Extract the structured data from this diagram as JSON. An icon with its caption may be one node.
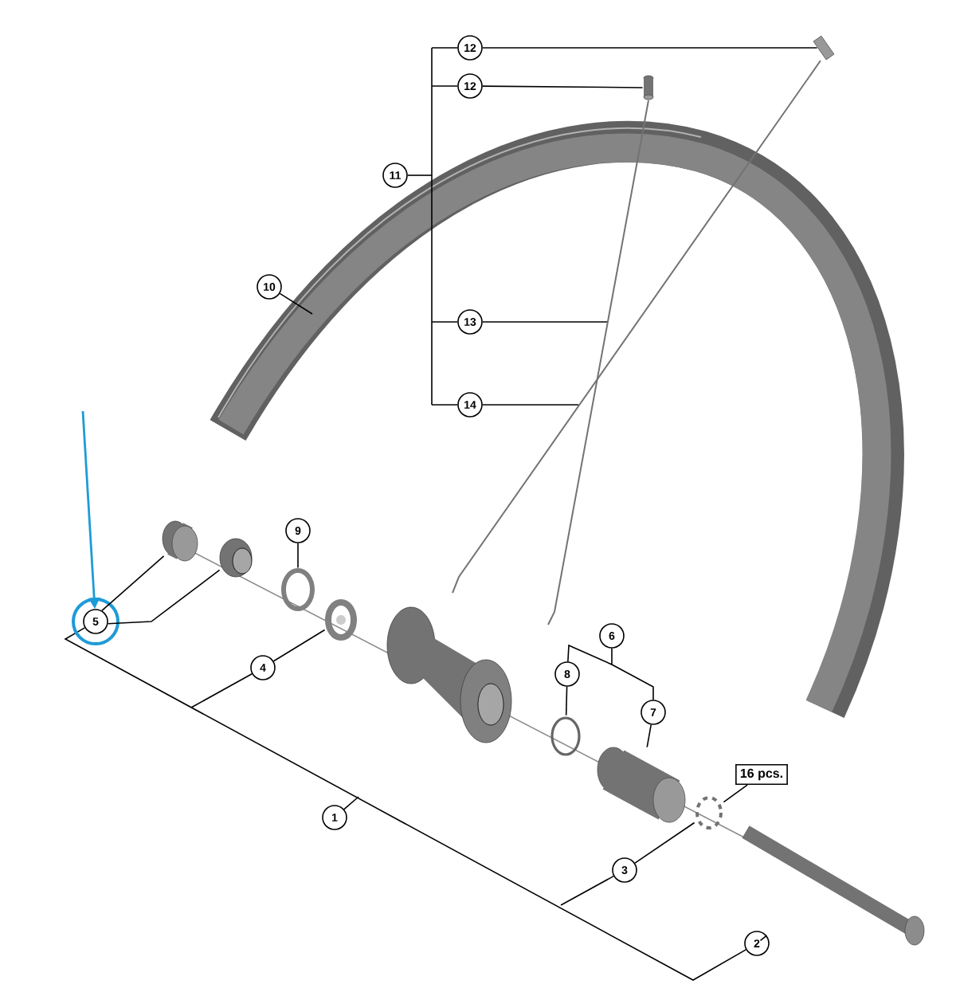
{
  "diagram": {
    "nodes": [
      {
        "text": [
          "12"
        ]
      },
      {
        "text": [
          "12"
        ]
      },
      {
        "text": [
          "11"
        ]
      },
      {
        "text": [
          "10"
        ]
      },
      {
        "text": [
          "13"
        ]
      },
      {
        "text": [
          "14"
        ]
      },
      {
        "text": [
          "9"
        ]
      },
      {
        "text": [
          "5"
        ]
      },
      {
        "text": [
          "4"
        ]
      },
      {
        "text": [
          "6"
        ]
      },
      {
        "text": [
          "8"
        ]
      },
      {
        "text": [
          "7"
        ]
      },
      {
        "text": [
          "16 pcs."
        ]
      },
      {
        "text": [
          "1"
        ]
      },
      {
        "text": [
          "3"
        ]
      },
      {
        "text": [
          "2"
        ]
      },
      {
        "text": [],
        "shape": "picture"
      },
      {
        "text": [],
        "shape": "cylinder"
      },
      {
        "text": [],
        "shape": "cylinder"
      },
      {
        "text": [],
        "shape": "picture"
      },
      {
        "text": [],
        "shape": "circle"
      },
      {
        "text": [],
        "shape": "picture"
      },
      {
        "text": [],
        "shape": "circle"
      },
      {
        "text": [],
        "shape": "cylinder"
      },
      {
        "text": [],
        "shape": "circle"
      },
      {
        "text": [],
        "shape": "picture"
      }
    ],
    "edges": [
      {
        "from": 0,
        "to": 16,
        "arrow": "none"
      },
      {
        "from": 1,
        "to": 17,
        "arrow": "none"
      },
      {
        "from": 3,
        "to": null,
        "arrow": "none"
      },
      {
        "from": 4,
        "to": null,
        "arrow": "none"
      },
      {
        "from": 5,
        "to": null,
        "arrow": "none"
      },
      {
        "from": 6,
        "to": 20,
        "arrow": "none"
      },
      {
        "from": 7,
        "to": 18,
        "arrow": "none"
      },
      {
        "from": 7,
        "to": 19,
        "arrow": "none"
      },
      {
        "from": 8,
        "to": 21,
        "arrow": "none"
      },
      {
        "from": 10,
        "to": 22,
        "arrow": "none"
      },
      {
        "from": 11,
        "to": 23,
        "arrow": "none"
      },
      {
        "from": 12,
        "to": 24,
        "arrow": "none"
      },
      {
        "from": 14,
        "to": 24,
        "arrow": "none"
      },
      {
        "from": 15,
        "to": 25,
        "arrow": "none"
      },
      {
        "from": null,
        "to": 7,
        "arrow": "to",
        "color": "#1e9bd7"
      }
    ]
  }
}
